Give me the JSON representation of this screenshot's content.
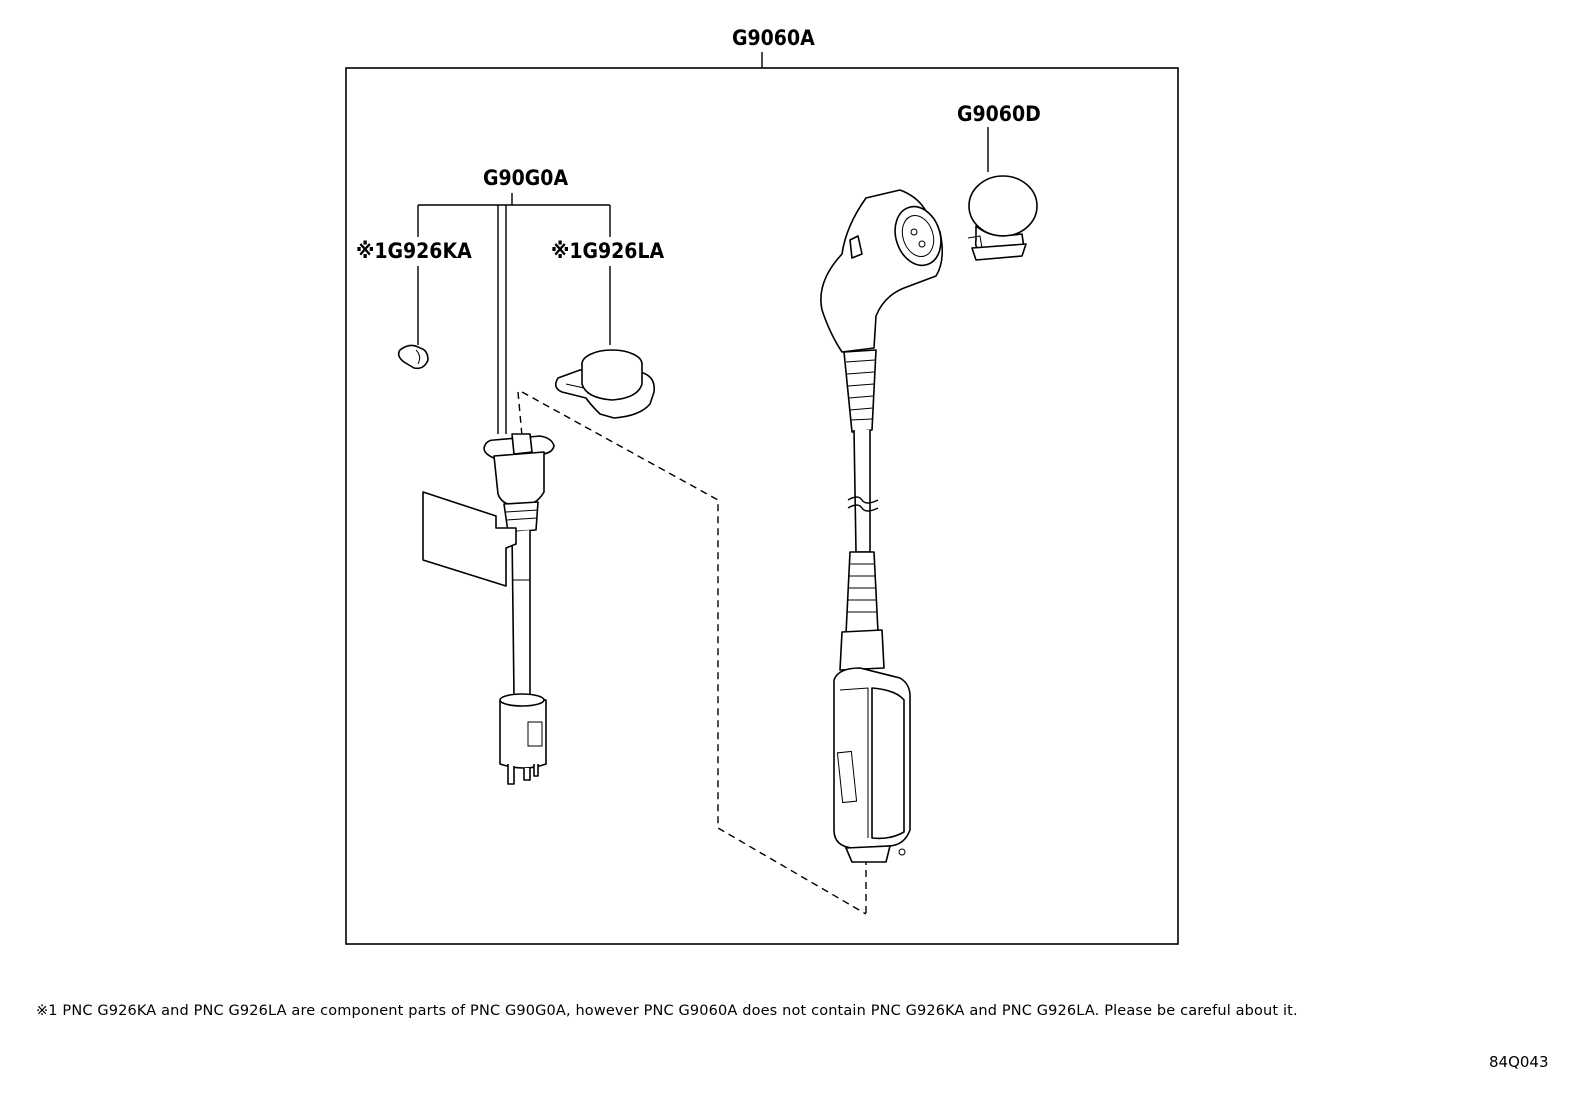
{
  "labels": {
    "kit": "G9060A",
    "cap": "G9060D",
    "adapter": "G90G0A",
    "comp_ka": "※1G926KA",
    "comp_la": "※1G926LA"
  },
  "footnote": "※1 PNC G926KA and PNC G926LA are component parts of PNC G90G0A, however PNC G9060A does not contain PNC G926KA and PNC G926LA. Please be careful about it.",
  "figure_code": "84Q043"
}
